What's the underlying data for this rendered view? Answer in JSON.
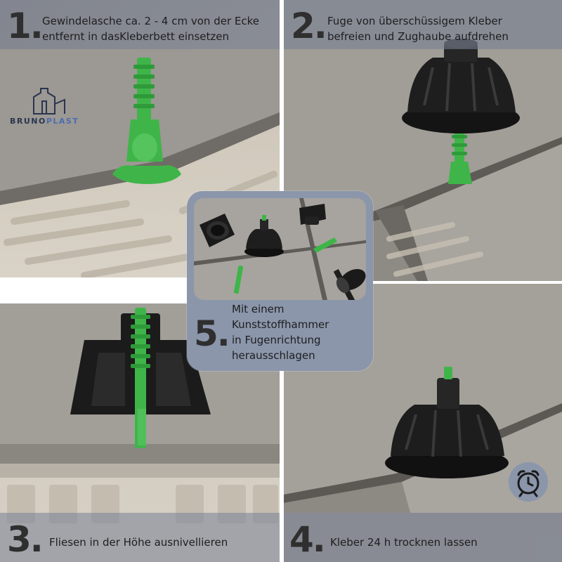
{
  "steps": [
    {
      "number": "1.",
      "text_line1": "Gewindelasche ca. 2 - 4 cm von der Ecke",
      "text_line2": "entfernt in dasKleberbett einsetzen"
    },
    {
      "number": "2.",
      "text_line1": "Fuge von überschüssigem Kleber",
      "text_line2": "befreien und Zughaube aufdrehen"
    },
    {
      "number": "3.",
      "text_line1": "Fliesen in der Höhe ausnivellieren"
    },
    {
      "number": "4.",
      "text_line1": "Kleber 24 h trocknen lassen"
    },
    {
      "number": "5.",
      "text_line1": "Mit einem",
      "text_line2": "Kunststoffhammer",
      "text_line3": "in Fugenrichtung",
      "text_line4": "herausschlagen"
    }
  ],
  "logo": {
    "part1": "BRUNO",
    "part2": "PLAST"
  },
  "icons": {
    "alarm": "alarm-clock-icon",
    "logo": "bruno-plast-logo"
  },
  "colors": {
    "banner": "#7d889e",
    "accent_green": "#3fb549",
    "dark_part": "#1c1c1c",
    "tile_light": "#b9b4ab",
    "logo_blue": "#4a6db0"
  }
}
